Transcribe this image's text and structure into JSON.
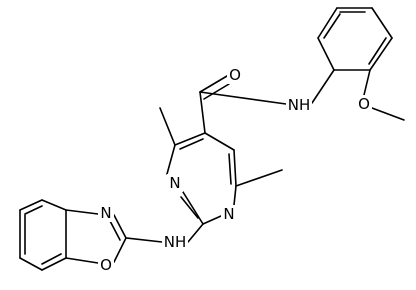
{
  "molecule": {
    "atom_labels": {
      "O_carbonyl": "O",
      "N_amide": "NH",
      "O_methoxy": "O",
      "N_pyr1": "N",
      "N_pyr3": "N",
      "N_oxazole": "N",
      "O_oxazole": "O",
      "N_amine": "NH"
    }
  }
}
